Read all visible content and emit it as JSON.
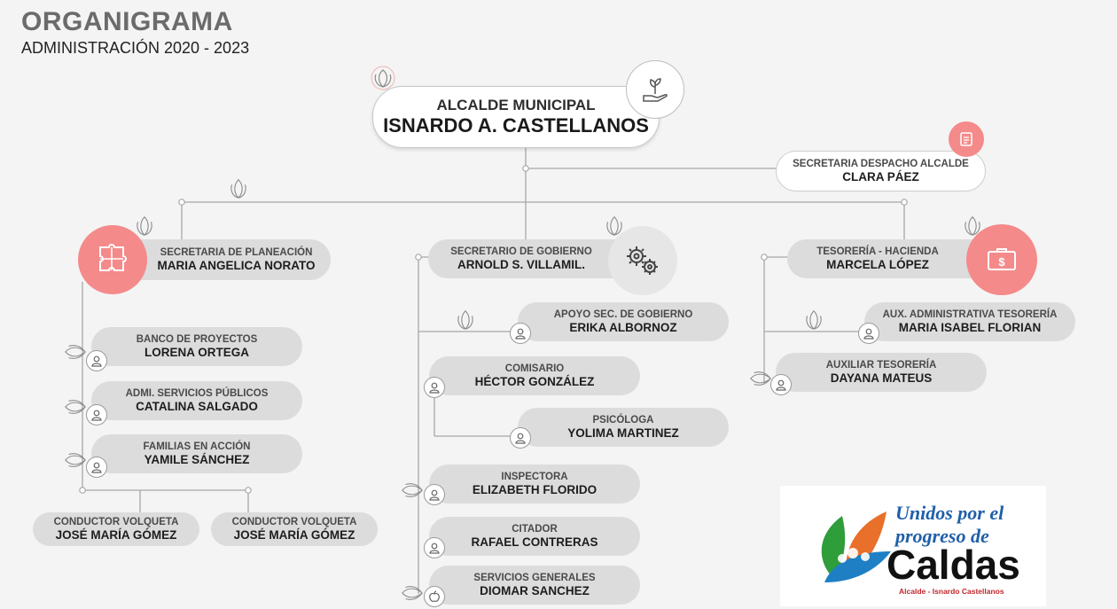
{
  "header": {
    "title": "ORGANIGRAMA",
    "subtitle": "ADMINISTRACIÓN 2020 - 2023"
  },
  "mayor": {
    "role": "ALCALDE MUNICIPAL",
    "name": "ISNARDO A. CASTELLANOS"
  },
  "despacho": {
    "role": "SECRETARIA DESPACHO ALCALDE",
    "name": "CLARA PÁEZ"
  },
  "planeacion": {
    "head": {
      "role": "SECRETARIA DE PLANEACIÓN",
      "name": "MARIA ANGELICA NORATO"
    },
    "staff": [
      {
        "role": "BANCO DE PROYECTOS",
        "name": "LORENA ORTEGA"
      },
      {
        "role": "ADMI. SERVICIOS PÚBLICOS",
        "name": "CATALINA SALGADO"
      },
      {
        "role": "FAMILIAS EN ACCIÓN",
        "name": "YAMILE SÁNCHEZ"
      }
    ],
    "drivers": [
      {
        "role": "CONDUCTOR VOLQUETA",
        "name": "JOSÉ MARÍA GÓMEZ"
      },
      {
        "role": "CONDUCTOR VOLQUETA",
        "name": "JOSÉ MARÍA GÓMEZ"
      }
    ]
  },
  "gobierno": {
    "head": {
      "role": "SECRETARIO DE GOBIERNO",
      "name": "ARNOLD S. VILLAMIL."
    },
    "staff": [
      {
        "role": "APOYO SEC. DE GOBIERNO",
        "name": "ERIKA ALBORNOZ"
      },
      {
        "role": "COMISARIO",
        "name": "HÉCTOR GONZÁLEZ"
      },
      {
        "role": "PSICÓLOGA",
        "name": "YOLIMA MARTINEZ"
      },
      {
        "role": "INSPECTORA",
        "name": "ELIZABETH FLORIDO"
      },
      {
        "role": "CITADOR",
        "name": "RAFAEL CONTRERAS"
      },
      {
        "role": "SERVICIOS GENERALES",
        "name": "DIOMAR SANCHEZ"
      }
    ]
  },
  "tesoreria": {
    "head": {
      "role": "TESORERÍA - HACIENDA",
      "name": "MARCELA LÓPEZ"
    },
    "staff": [
      {
        "role": "AUX. ADMINISTRATIVA TESORERÍA",
        "name": "MARIA ISABEL FLORIAN"
      },
      {
        "role": "AUXILIAR TESORERÍA",
        "name": "DAYANA MATEUS"
      }
    ]
  },
  "logo": {
    "line1": "Unidos por el progreso de",
    "line2": "Caldas",
    "line3": "Alcalde - Isnardo Castellanos"
  },
  "colors": {
    "accent": "#f48a8a",
    "pill": "#dcdcdc",
    "line": "#a8a8a8"
  },
  "icons": [
    "leaf-icon",
    "hand-plant-icon",
    "puzzle-icon",
    "gears-icon",
    "money-icon",
    "user-icon",
    "document-icon",
    "apple-icon"
  ]
}
